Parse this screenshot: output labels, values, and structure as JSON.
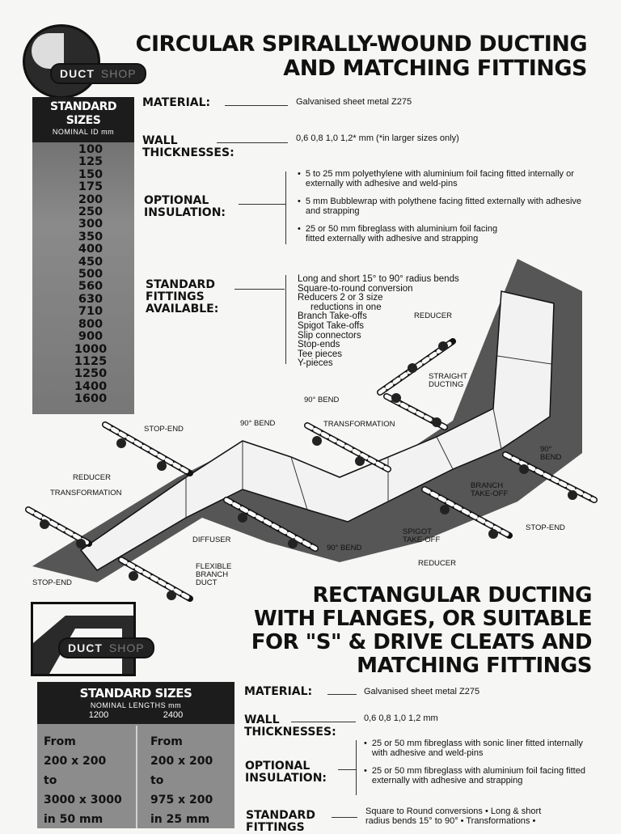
{
  "logo": {
    "duct": "DUCT",
    "shop": "SHOP"
  },
  "circular": {
    "title_line1": "CIRCULAR SPIRALLY-WOUND DUCTING",
    "title_line2": "AND MATCHING FITTINGS",
    "sizes_title_1": "STANDARD",
    "sizes_title_2": "SIZES",
    "sizes_sub": "NOMINAL ID mm",
    "sizes": [
      "100",
      "125",
      "150",
      "175",
      "200",
      "250",
      "300",
      "350",
      "400",
      "450",
      "500",
      "560",
      "630",
      "710",
      "800",
      "900",
      "1000",
      "1125",
      "1250",
      "1400",
      "1600"
    ],
    "material_label": "MATERIAL:",
    "material_value": "Galvanised sheet metal Z275",
    "wall_label_1": "WALL",
    "wall_label_2": "THICKNESSES:",
    "wall_value": "0,6   0,8   1,0   1,2* mm (*in larger sizes only)",
    "insulation_label_1": "OPTIONAL",
    "insulation_label_2": "INSULATION:",
    "insulation_1": "5 to 25 mm polyethylene with aluminium foil facing fitted internally or externally with adhesive and weld-pins",
    "insulation_2": "5 mm Bubblewrap with polythene facing fitted externally with adhesive and strapping",
    "insulation_3": "25 or 50 mm fibreglass with aluminium foil facing fitted externally with adhesive and strapping",
    "fittings_label_1": "STANDARD",
    "fittings_label_2": "FITTINGS",
    "fittings_label_3": "AVAILABLE:",
    "fittings": [
      "Long and short 15° to 90° radius bends",
      "Square-to-round conversion",
      "Reducers 2 or 3 size",
      "reductions in one",
      "Branch Take-offs",
      "Spigot Take-offs",
      "Slip connectors",
      "Stop-ends",
      "Tee pieces",
      "Y-pieces"
    ]
  },
  "diagram": {
    "reducer_top": "REDUCER",
    "straight_1": "STRAIGHT",
    "straight_2": "DUCTING",
    "bend_90_a": "90° BEND",
    "stop_end_left": "STOP-END",
    "bend_90_b": "90° BEND",
    "transformation_mid": "TRANSFORMATION",
    "bend_90_right_1": "90°",
    "bend_90_right_2": "BEND",
    "reducer_left": "REDUCER",
    "transformation_left": "TRANSFORMATION",
    "branch_1": "BRANCH",
    "branch_2": "TAKE-OFF",
    "stop_end_right": "STOP-END",
    "spigot_1": "SPIGOT",
    "spigot_2": "TAKE-OFF",
    "diffuser": "DIFFUSER",
    "bend_90_bottom": "90° BEND",
    "reducer_bottom": "REDUCER",
    "flex_1": "FLEXIBLE",
    "flex_2": "BRANCH",
    "flex_3": "DUCT",
    "stop_end_bottom": "STOP-END"
  },
  "rectangular": {
    "title_line1": "RECTANGULAR DUCTING",
    "title_line2": "WITH FLANGES, OR SUITABLE",
    "title_line3": "FOR \"S\" & DRIVE CLEATS AND",
    "title_line4": "MATCHING FITTINGS",
    "sizes_title": "STANDARD SIZES",
    "sizes_sub": "NOMINAL LENGTHS mm",
    "len_1": "1200",
    "len_2": "2400",
    "col1": [
      "From",
      "200 x 200",
      "to",
      "3000 x 3000",
      "in 50 mm"
    ],
    "col2": [
      "From",
      "200 x 200",
      "to",
      "975 x 200",
      "in 25 mm"
    ],
    "material_label": "MATERIAL:",
    "material_value": "Galvanised sheet metal Z275",
    "wall_label_1": "WALL",
    "wall_label_2": "THICKNESSES:",
    "wall_value": "0,6   0,8   1,0   1,2 mm",
    "insulation_label_1": "OPTIONAL",
    "insulation_label_2": "INSULATION:",
    "insulation_1": "25 or 50 mm fibreglass with sonic liner fitted internally with adhesive and weld-pins",
    "insulation_2": "25 or 50 mm fibreglass with aluminium foil facing fitted externally with adhesive and strapping",
    "fittings_label_1": "STANDARD",
    "fittings_label_2": "FITTINGS",
    "fittings_text_1": "Square to Round conversions • Long & short",
    "fittings_text_2": "radius bends 15° to 90° • Transformations •"
  }
}
